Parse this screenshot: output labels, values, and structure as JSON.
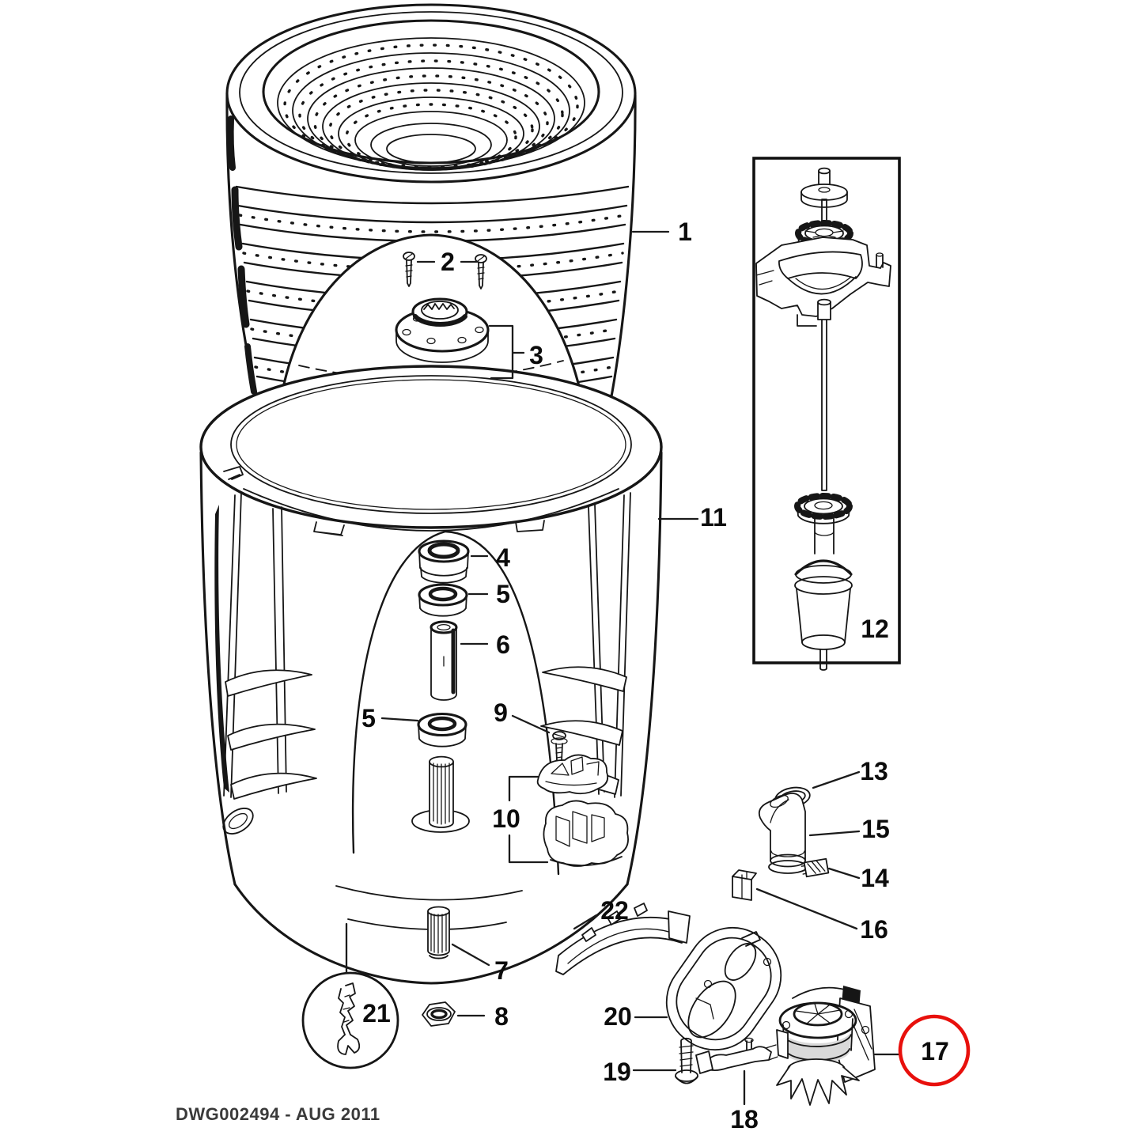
{
  "diagram": {
    "caption": "DWG002494 - AUG 2011",
    "highlighted_part": "17",
    "highlight_color": "#e8100c",
    "callouts": {
      "c1": "1",
      "c2": "2",
      "c3": "3",
      "c4": "4",
      "c5a": "5",
      "c5b": "5",
      "c6": "6",
      "c7": "7",
      "c8": "8",
      "c9": "9",
      "c10": "10",
      "c11": "11",
      "c12": "12",
      "c13": "13",
      "c14": "14",
      "c15": "15",
      "c16": "16",
      "c17": "17",
      "c18": "18",
      "c19": "19",
      "c20": "20",
      "c21": "21",
      "c22": "22"
    }
  }
}
